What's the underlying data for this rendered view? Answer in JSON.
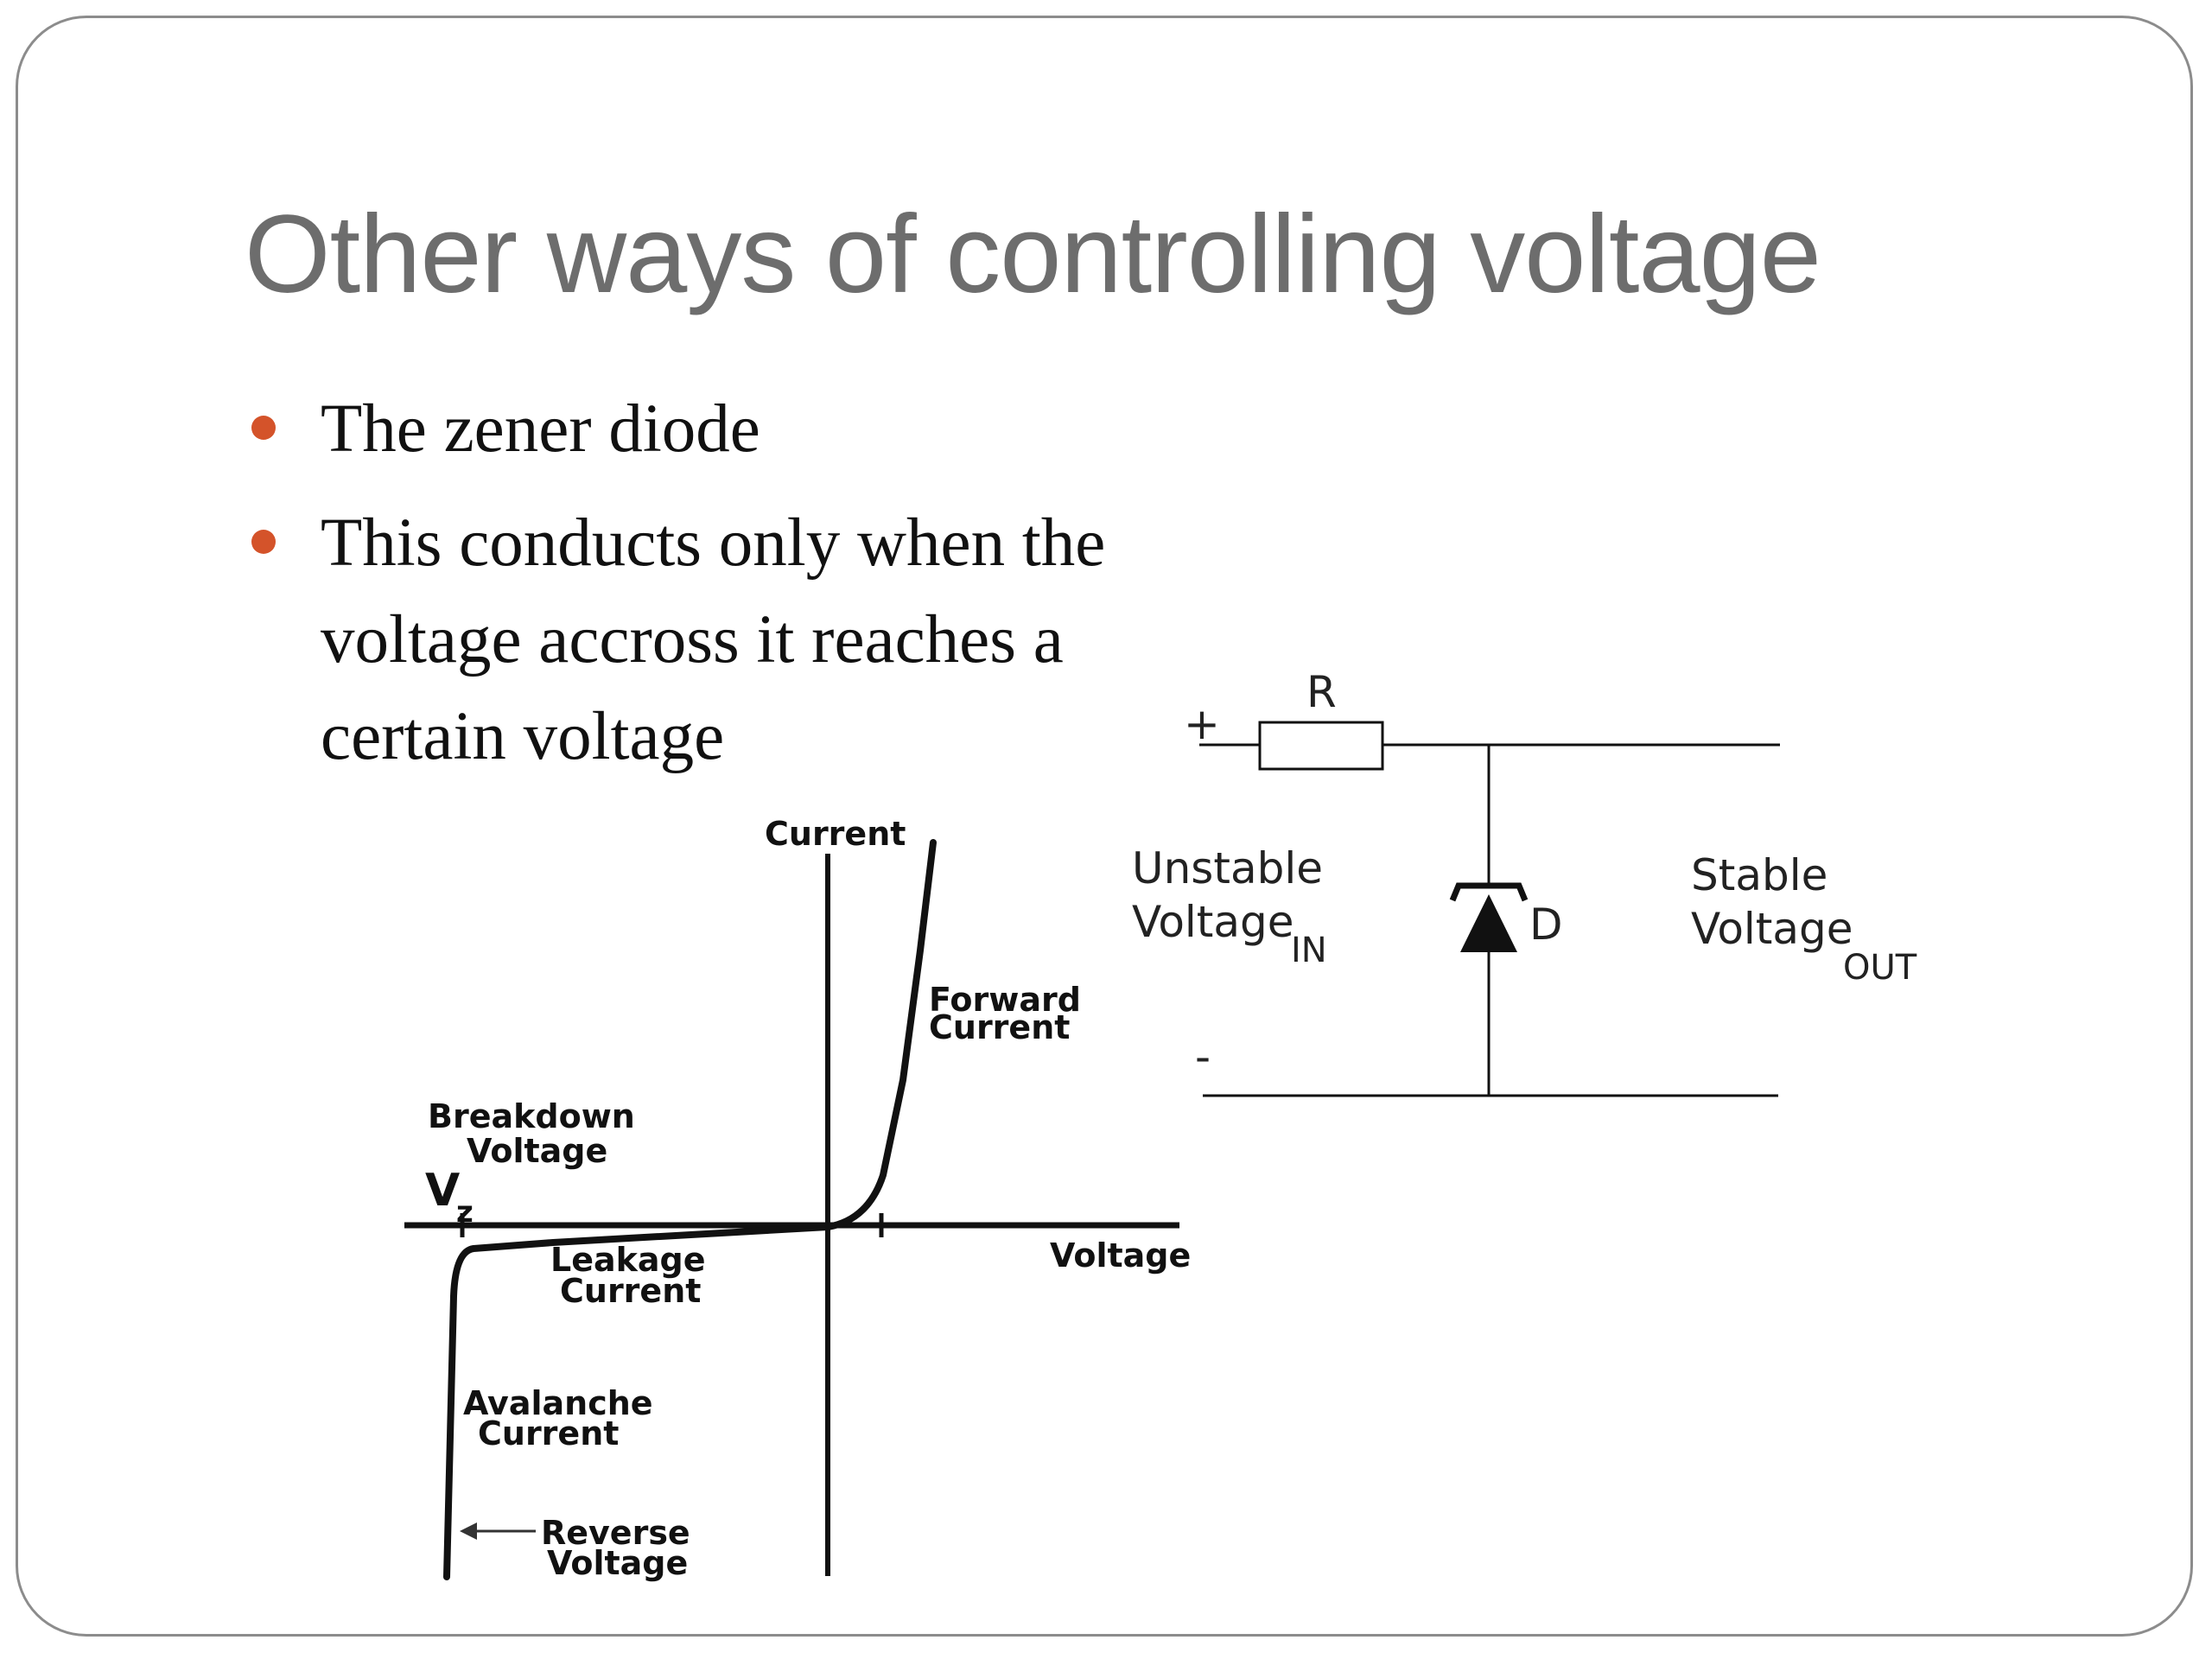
{
  "slide": {
    "title": "Other ways of controlling voltage",
    "bullets": [
      {
        "text": "The zener diode"
      },
      {
        "text": "This conducts only when the voltage accross it reaches a certain voltage"
      }
    ],
    "colors": {
      "title": "#6d6d6d",
      "bullet_marker": "#d4532a",
      "border": "#8c8c8c"
    }
  },
  "graph": {
    "labels": {
      "y_axis": "Current",
      "x_axis": "Voltage",
      "forward_1": "Forward",
      "forward_2": "Current",
      "breakdown_1": "Breakdown",
      "breakdown_2": "Voltage",
      "vz_main": "V",
      "vz_sub": "z",
      "leakage_1": "Leakage",
      "leakage_2": "Current",
      "avalanche_1": "Avalanche",
      "avalanche_2": "Current",
      "reverse_1": "Reverse",
      "reverse_2": "Voltage"
    }
  },
  "circuit": {
    "labels": {
      "plus": "+",
      "minus": "-",
      "resistor": "R",
      "diode": "D",
      "input_1": "Unstable",
      "input_2": "Voltage",
      "input_sub": "IN",
      "output_1": "Stable",
      "output_2": "Voltage",
      "output_sub": "OUT"
    }
  }
}
